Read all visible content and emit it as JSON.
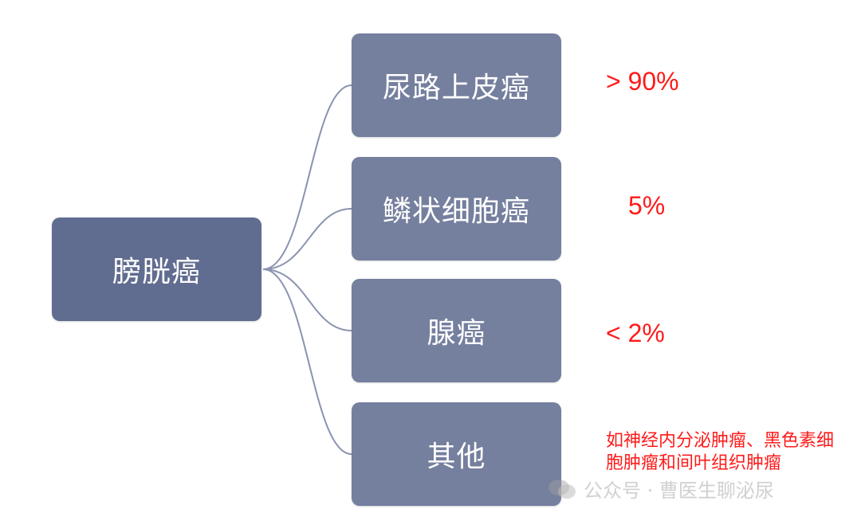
{
  "root": {
    "label": "膀胱癌"
  },
  "children": [
    {
      "label": "尿路上皮癌",
      "percent": "> 90%"
    },
    {
      "label": "鳞状细胞癌",
      "percent": "5%"
    },
    {
      "label": "腺癌",
      "percent": "< 2%"
    },
    {
      "label": "其他",
      "percent": ""
    }
  ],
  "note": "如神经内分泌肿瘤、黑色素细胞肿瘤和间叶组织肿瘤",
  "watermark": "公众号 · 曹医生聊泌尿",
  "colors": {
    "root_box": "#616d90",
    "child_box": "#757f9e",
    "connector": "#8a93b0",
    "percent_text": "#ff1a1a"
  }
}
